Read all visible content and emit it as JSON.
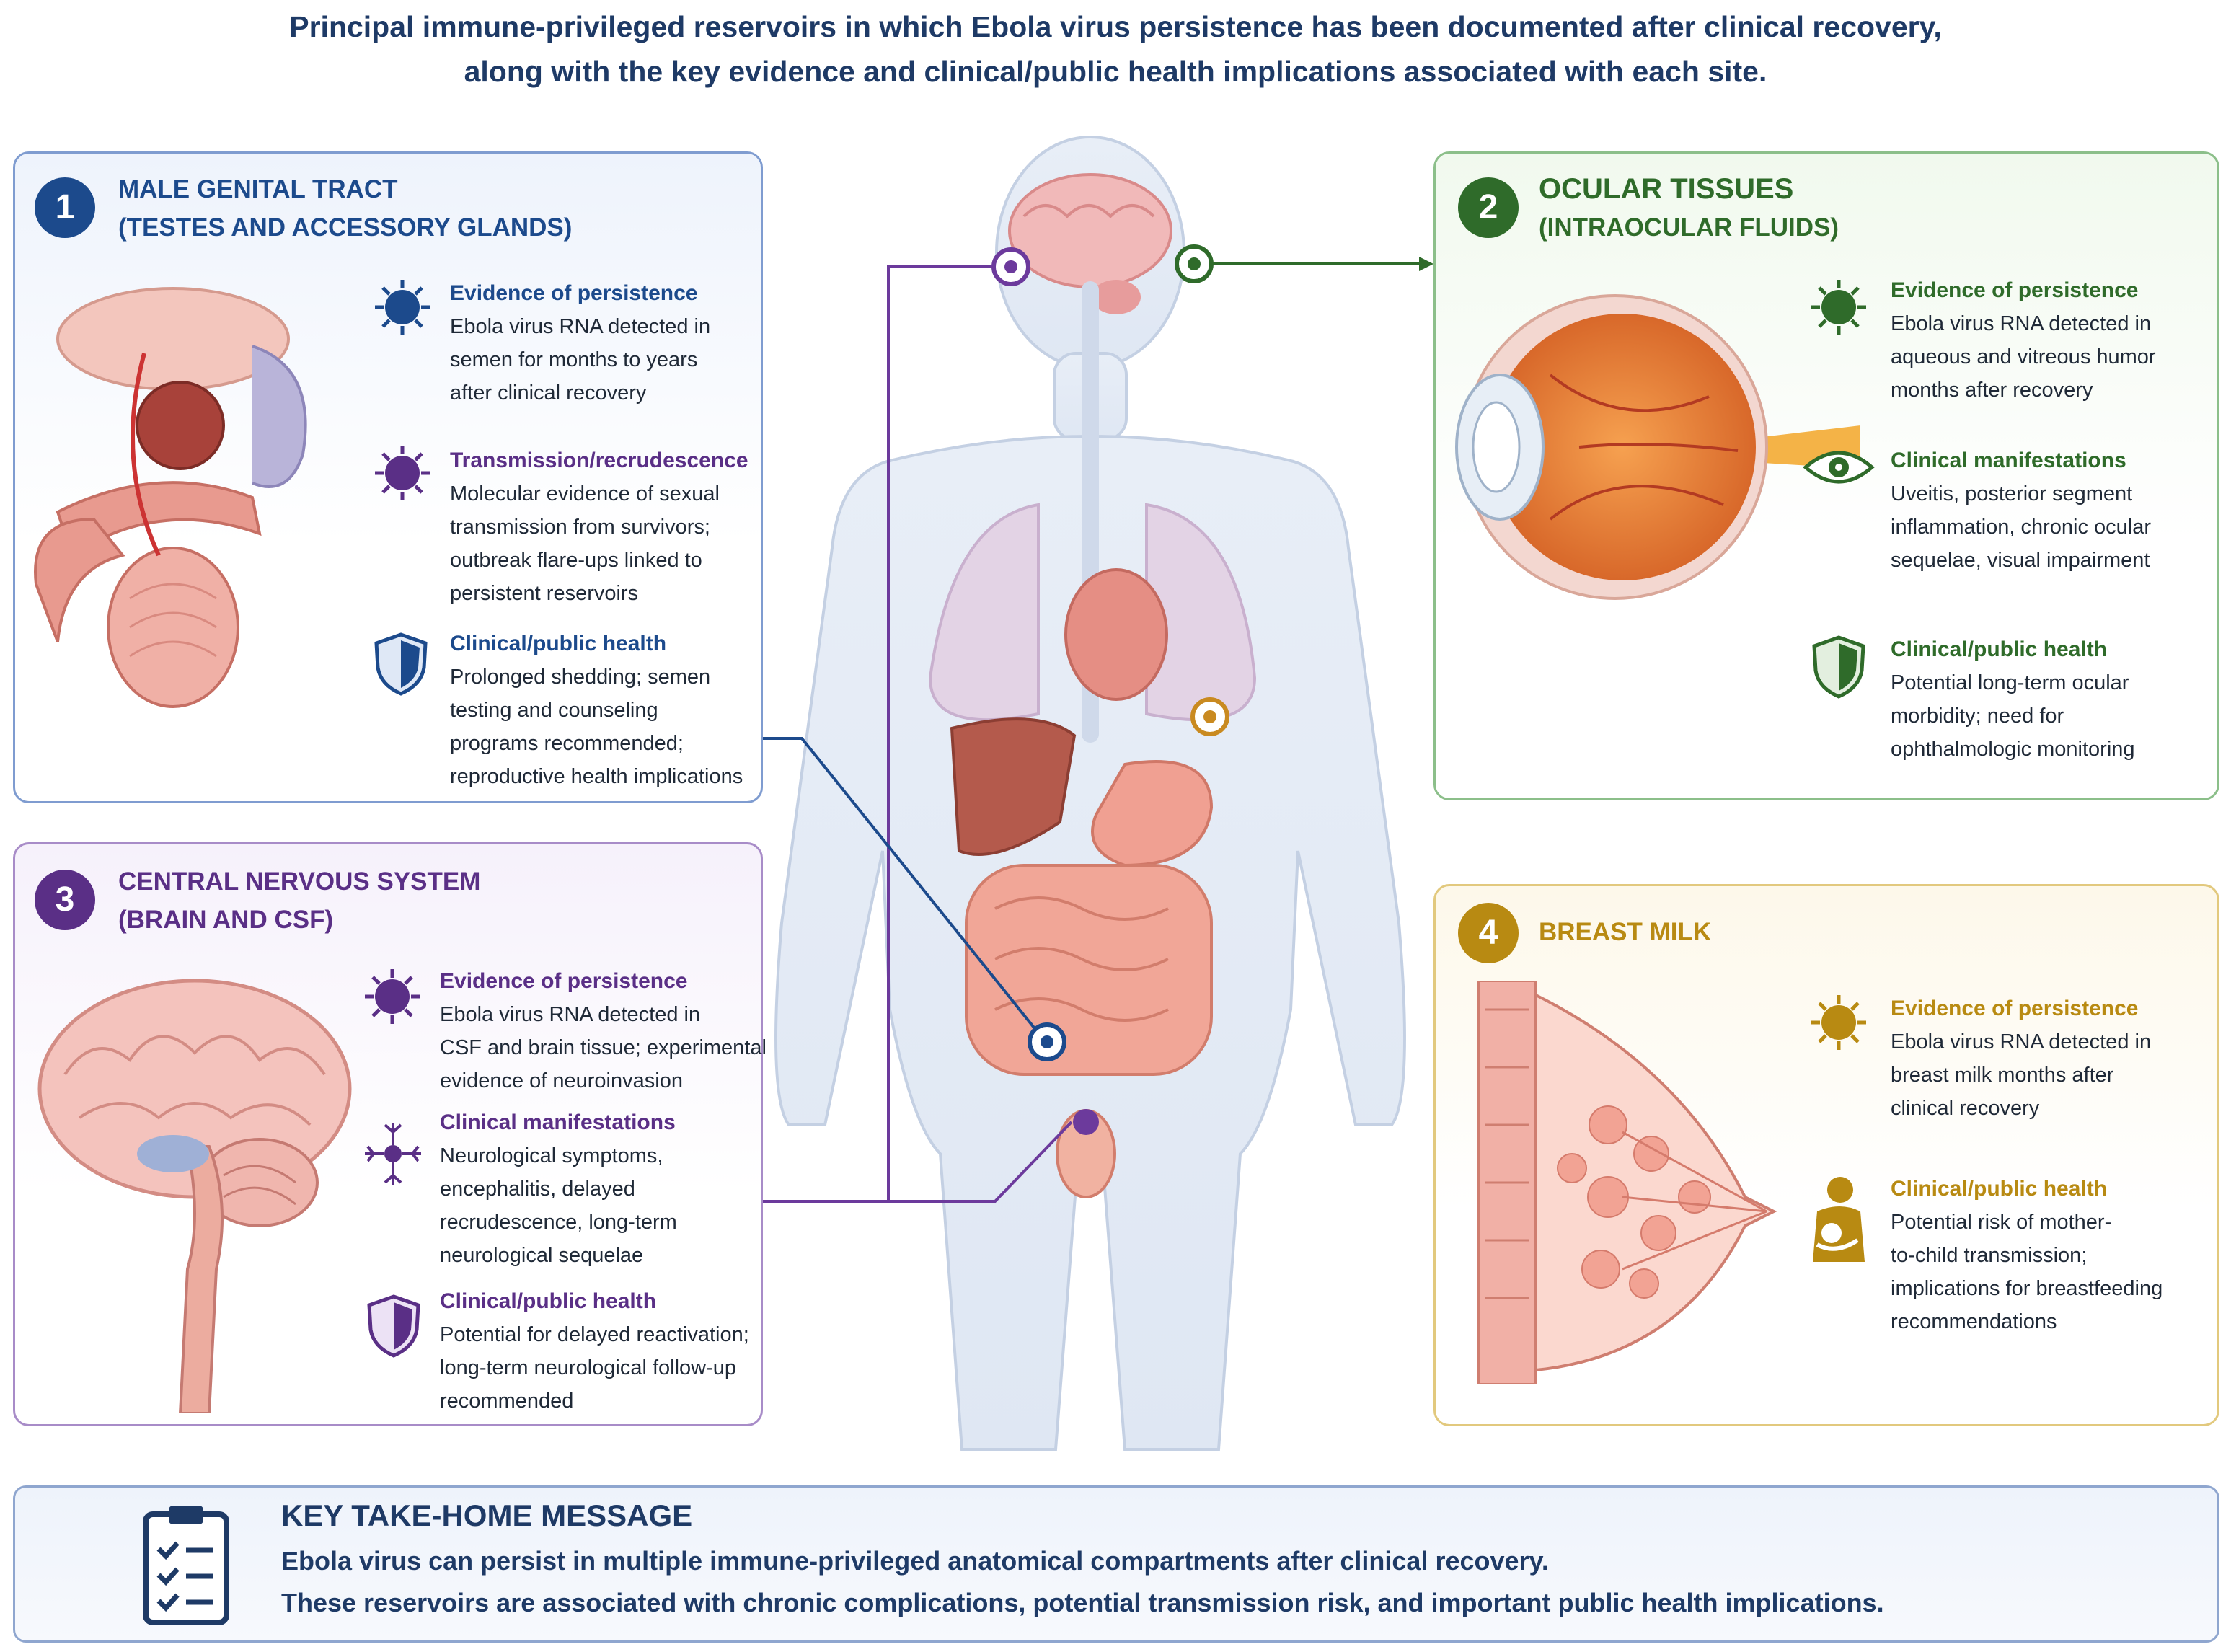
{
  "header": {
    "line1": "Principal immune-privileged reservoirs in which Ebola virus persistence has been documented after clinical recovery,",
    "line2": "along with the key evidence and clinical/public health implications associated with each site."
  },
  "colors": {
    "blue": "#1c4a8c",
    "green": "#2f6b2a",
    "purple": "#5a2f86",
    "gold": "#b88a12"
  },
  "panels": [
    {
      "number": "1",
      "title1": "MALE GENITAL TRACT",
      "title2": "(TESTES AND ACCESSORY GLANDS)",
      "items": [
        {
          "icon": "virus-icon",
          "heading": "Evidence of persistence",
          "lines": [
            "Ebola virus RNA detected in",
            "semen for months to years",
            "after clinical recovery"
          ]
        },
        {
          "icon": "virus-icon",
          "heading": "Transmission/recrudescence",
          "lines": [
            "Molecular evidence of sexual",
            "transmission from survivors;",
            "outbreak flare-ups linked to",
            "persistent reservoirs"
          ]
        },
        {
          "icon": "shield-icon",
          "heading": "Clinical/public health",
          "lines": [
            "Prolonged shedding; semen",
            "testing and counseling",
            "programs recommended;",
            "reproductive health implications"
          ]
        }
      ]
    },
    {
      "number": "2",
      "title1": "OCULAR TISSUES",
      "title2": "(INTRAOCULAR FLUIDS)",
      "items": [
        {
          "icon": "virus-icon",
          "heading": "Evidence of persistence",
          "lines": [
            "Ebola virus RNA detected in",
            "aqueous and vitreous humor",
            "months after recovery"
          ]
        },
        {
          "icon": "eye-icon",
          "heading": "Clinical manifestations",
          "lines": [
            "Uveitis, posterior segment",
            "inflammation, chronic ocular",
            "sequelae, visual impairment"
          ]
        },
        {
          "icon": "shield-icon",
          "heading": "Clinical/public health",
          "lines": [
            "Potential long-term ocular",
            "morbidity; need for",
            "ophthalmologic monitoring"
          ]
        }
      ]
    },
    {
      "number": "3",
      "title1": "CENTRAL NERVOUS SYSTEM",
      "title2": "(BRAIN AND CSF)",
      "items": [
        {
          "icon": "virus-icon",
          "heading": "Evidence of persistence",
          "lines": [
            "Ebola virus RNA detected in",
            "CSF and brain tissue; experimental",
            "evidence of neuroinvasion"
          ]
        },
        {
          "icon": "neuron-icon",
          "heading": "Clinical manifestations",
          "lines": [
            "Neurological symptoms,",
            "encephalitis, delayed",
            "recrudescence, long-term",
            "neurological sequelae"
          ]
        },
        {
          "icon": "shield-icon",
          "heading": "Clinical/public health",
          "lines": [
            "Potential for delayed reactivation;",
            "long-term neurological follow-up",
            "recommended"
          ]
        }
      ]
    },
    {
      "number": "4",
      "title1": "BREAST MILK",
      "title2": "",
      "items": [
        {
          "icon": "virus-icon",
          "heading": "Evidence of persistence",
          "lines": [
            "Ebola virus RNA detected in",
            "breast milk months after",
            "clinical recovery"
          ]
        },
        {
          "icon": "mother-child-icon",
          "heading": "Clinical/public health",
          "lines": [
            "Potential risk of mother-",
            "to-child transmission;",
            "implications for breastfeeding",
            "recommendations"
          ]
        }
      ]
    }
  ],
  "takehome": {
    "title": "KEY TAKE-HOME MESSAGE",
    "line1": "Ebola virus can persist in multiple immune-privileged anatomical compartments after clinical recovery.",
    "line2": "These reservoirs are associated with chronic complications, potential transmission risk, and important public health implications."
  }
}
